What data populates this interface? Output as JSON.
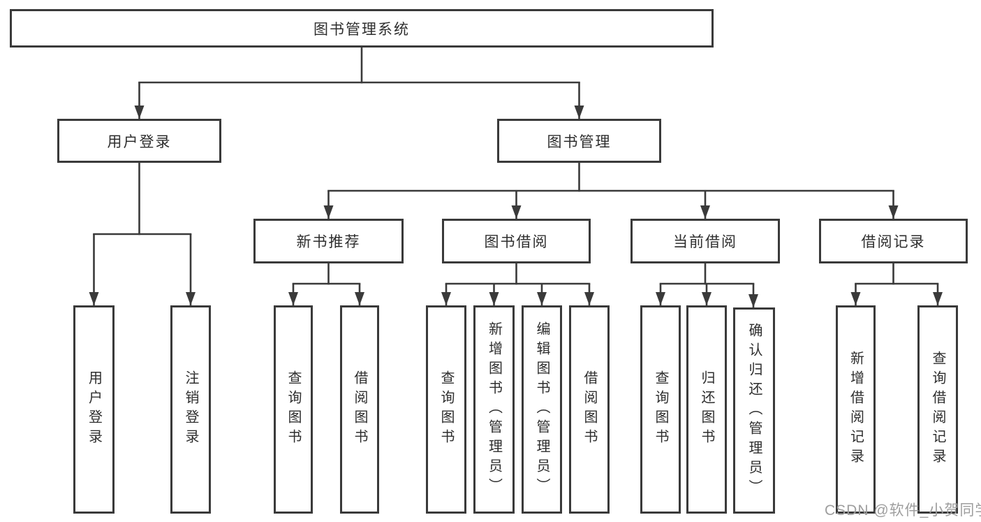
{
  "tree": {
    "root": {
      "label": "图书管理系统"
    },
    "branches": [
      {
        "label": "用户登录",
        "children": [
          {
            "label": "用户登录"
          },
          {
            "label": "注销登录"
          }
        ]
      },
      {
        "label": "图书管理",
        "children": [
          {
            "label": "新书推荐",
            "children": [
              {
                "label": "查询图书"
              },
              {
                "label": "借阅图书"
              }
            ]
          },
          {
            "label": "图书借阅",
            "children": [
              {
                "label": "查询图书"
              },
              {
                "label": "新增图书（管理员）"
              },
              {
                "label": "编辑图书（管理员）"
              },
              {
                "label": "借阅图书"
              }
            ]
          },
          {
            "label": "当前借阅",
            "children": [
              {
                "label": "查询图书"
              },
              {
                "label": "归还图书"
              },
              {
                "label": "确认归还（管理员）"
              }
            ]
          },
          {
            "label": "借阅记录",
            "children": [
              {
                "label": "新增借阅记录"
              },
              {
                "label": "查询借阅记录"
              }
            ]
          }
        ]
      }
    ]
  },
  "watermark": {
    "text": "CSDN @软件_小贺同学"
  },
  "colors": {
    "line": "#3a3a3a",
    "box_border": "#3a3a3a",
    "text": "#2e2e2e",
    "watermark": "#9e9e9e",
    "background": "#ffffff"
  }
}
